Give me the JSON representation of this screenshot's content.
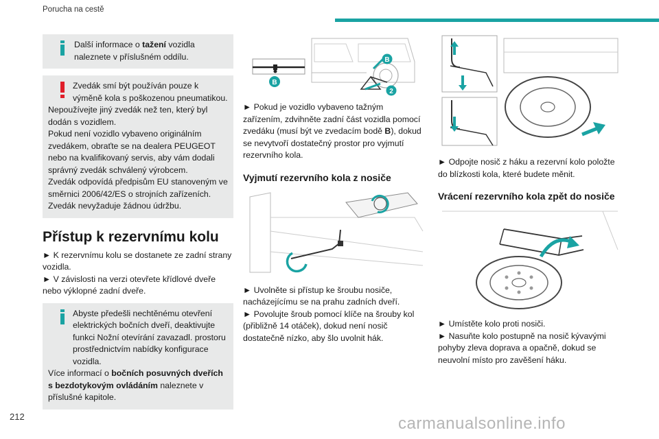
{
  "header": {
    "title": "Porucha na cestě"
  },
  "page_number": "212",
  "watermark": "carmanualsonline.info",
  "col1": {
    "info1": {
      "pre": "Další informace o ",
      "bold": "tažení",
      "post": " vozidla naleznete v příslušném oddílu."
    },
    "warning": {
      "line1": "Zvedák smí být používán pouze k výměně kola s poškozenou pneumatikou.",
      "line2": "Nepoužívejte jiný zvedák než ten, který byl dodán s vozidlem.",
      "line3": "Pokud není vozidlo vybaveno originálním zvedákem, obraťte se na dealera PEUGEOT nebo na kvalifikovaný servis, aby vám dodali správný zvedák schválený výrobcem.",
      "line4": "Zvedák odpovídá předpisům EU stanoveným ve směrnici 2006/42/ES o strojních zařízeních.",
      "line5": "Zvedák nevyžaduje žádnou údržbu."
    },
    "section_title": "Přístup k rezervnímu kolu",
    "step1": "► K rezervnímu kolu se dostanete ze zadní strany vozidla.",
    "step2": "► V závislosti na verzi otevřete křídlové dveře nebo výklopné zadní dveře.",
    "info2": {
      "line1": "Abyste předešli nechtěnému otevření elektrických bočních dveří, deaktivujte funkci Nožní otevírání zavazadl. prostoru prostřednictvím nabídky konfigurace vozidla.",
      "pre": "Více informací o ",
      "bold": "bočních posuvných dveřích s bezdotykovým ovládáním",
      "post": " naleznete v příslušné kapitole."
    }
  },
  "col2": {
    "fig1": {
      "label_b1": "B",
      "label_b2": "B",
      "label_2": "2"
    },
    "step1_pre": "► Pokud je vozidlo vybaveno tažným zařízením, zdvihněte zadní část vozidla pomocí zvedáku (musí být ve zvedacím bodě ",
    "step1_bold": "B",
    "step1_post": "), dokud se nevytvoří dostatečný prostor pro vyjmutí rezervního kola.",
    "subtitle": "Vyjmutí rezervního kola z nosiče",
    "step2": "► Uvolněte si přístup ke šroubu nosiče, nacházejícímu se na prahu zadních dveří.",
    "step3": "► Povolujte šroub pomocí klíče na šrouby kol (přibližně 14 otáček), dokud není nosič dostatečně nízko, aby šlo uvolnit hák."
  },
  "col3": {
    "step1": "► Odpojte nosič z háku a rezervní kolo položte do blízkosti kola, které budete měnit.",
    "subtitle": "Vrácení rezervního kola zpět do nosiče",
    "step2": "► Umístěte kolo proti nosiči.",
    "step3": "► Nasuňte kolo postupně na nosič kývavými pohyby zleva doprava a opačně, dokud se neuvolní místo pro zavěšení háku."
  },
  "colors": {
    "accent": "#1aa3a3",
    "warning": "#e01e2a",
    "box": "#e8e9e9"
  }
}
